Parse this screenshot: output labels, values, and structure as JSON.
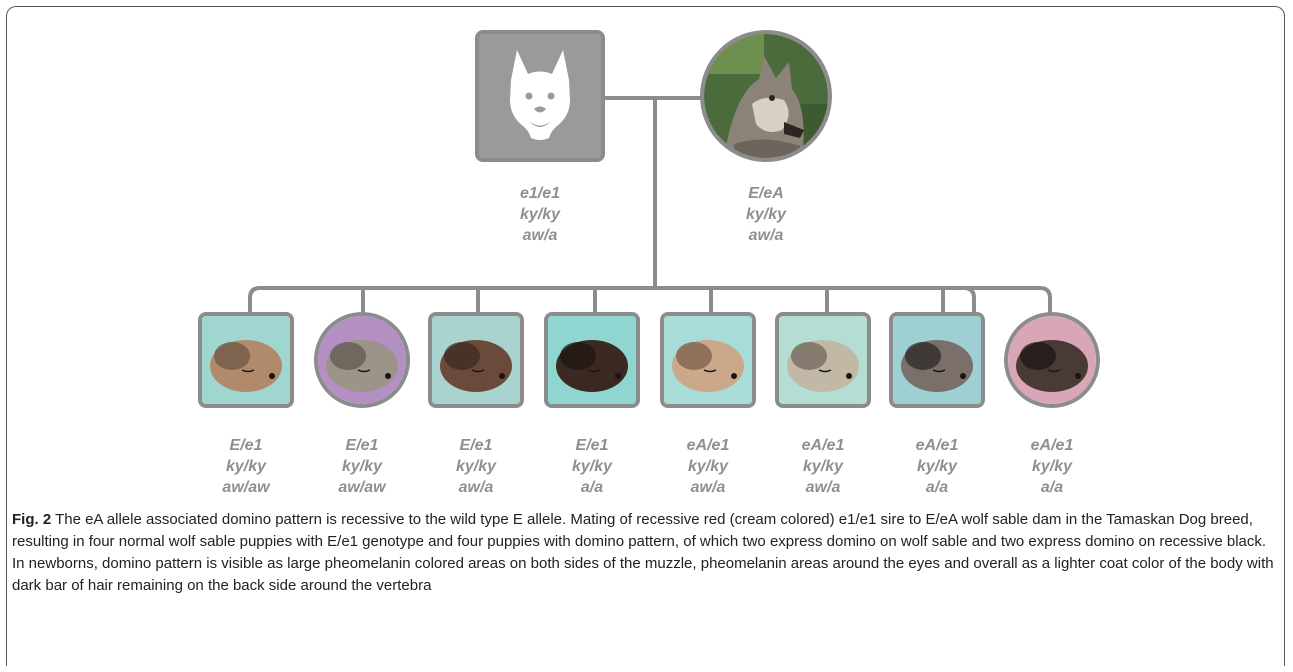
{
  "figure": {
    "label": "Fig. 2",
    "caption": "The eA allele associated domino pattern is recessive to the wild type E allele. Mating of recessive red (cream colored) e1/e1 sire to E/eA wolf sable dam in the Tamaskan Dog breed, resulting in four normal wolf sable puppies with E/e1 genotype and four puppies with domino pattern, of which two express domino on wolf sable and two express domino on recessive black. In newborns, domino pattern is visible as large pheomelanin colored areas on both sides of the muzzle, pheomelanin areas around the eyes and overall as a lighter coat color of the body with dark bar of hair remaining on the back side around the vertebra"
  },
  "parents": [
    {
      "role": "sire",
      "sex": "male",
      "icon": "dog-silhouette-icon",
      "genotype": [
        "e1/e1",
        "ky/ky",
        "aw/a"
      ]
    },
    {
      "role": "dam",
      "sex": "female",
      "photo": "adult wolf sable Tamaskan dog",
      "genotype": [
        "E/eA",
        "ky/ky",
        "aw/a"
      ]
    }
  ],
  "puppies": [
    {
      "sex": "male",
      "genotype": [
        "E/e1",
        "ky/ky",
        "aw/aw"
      ],
      "colors": {
        "bg": "#9fd6d0",
        "coat": "#b08a6a",
        "dark": "#6e5646"
      }
    },
    {
      "sex": "female",
      "genotype": [
        "E/e1",
        "ky/ky",
        "aw/aw"
      ],
      "colors": {
        "bg": "#b48fc2",
        "coat": "#9c9488",
        "dark": "#5f5a52"
      }
    },
    {
      "sex": "male",
      "genotype": [
        "E/e1",
        "ky/ky",
        "aw/a"
      ],
      "colors": {
        "bg": "#a9d3cf",
        "coat": "#6a4a3a",
        "dark": "#3e2a22"
      }
    },
    {
      "sex": "male",
      "genotype": [
        "E/e1",
        "ky/ky",
        "a/a"
      ],
      "colors": {
        "bg": "#8fd6d0",
        "coat": "#3a2a22",
        "dark": "#1f1612"
      }
    },
    {
      "sex": "male",
      "genotype": [
        "eA/e1",
        "ky/ky",
        "aw/a"
      ],
      "colors": {
        "bg": "#a7dcd8",
        "coat": "#caa889",
        "dark": "#7b5e4a"
      }
    },
    {
      "sex": "male",
      "genotype": [
        "eA/e1",
        "ky/ky",
        "aw/a"
      ],
      "colors": {
        "bg": "#b4ddd3",
        "coat": "#c2b8a6",
        "dark": "#6f665a"
      }
    },
    {
      "sex": "male",
      "genotype": [
        "eA/e1",
        "ky/ky",
        "a/a"
      ],
      "colors": {
        "bg": "#9ed0d3",
        "coat": "#7a6f6a",
        "dark": "#2e2826"
      }
    },
    {
      "sex": "female",
      "genotype": [
        "eA/e1",
        "ky/ky",
        "a/a"
      ],
      "colors": {
        "bg": "#d9a6b8",
        "coat": "#4a3a35",
        "dark": "#1e1614"
      }
    }
  ],
  "colors": {
    "line": "#8c8c8c",
    "genotype_text": "#8f8f8f",
    "sire_bg": "#9a9a9a"
  }
}
